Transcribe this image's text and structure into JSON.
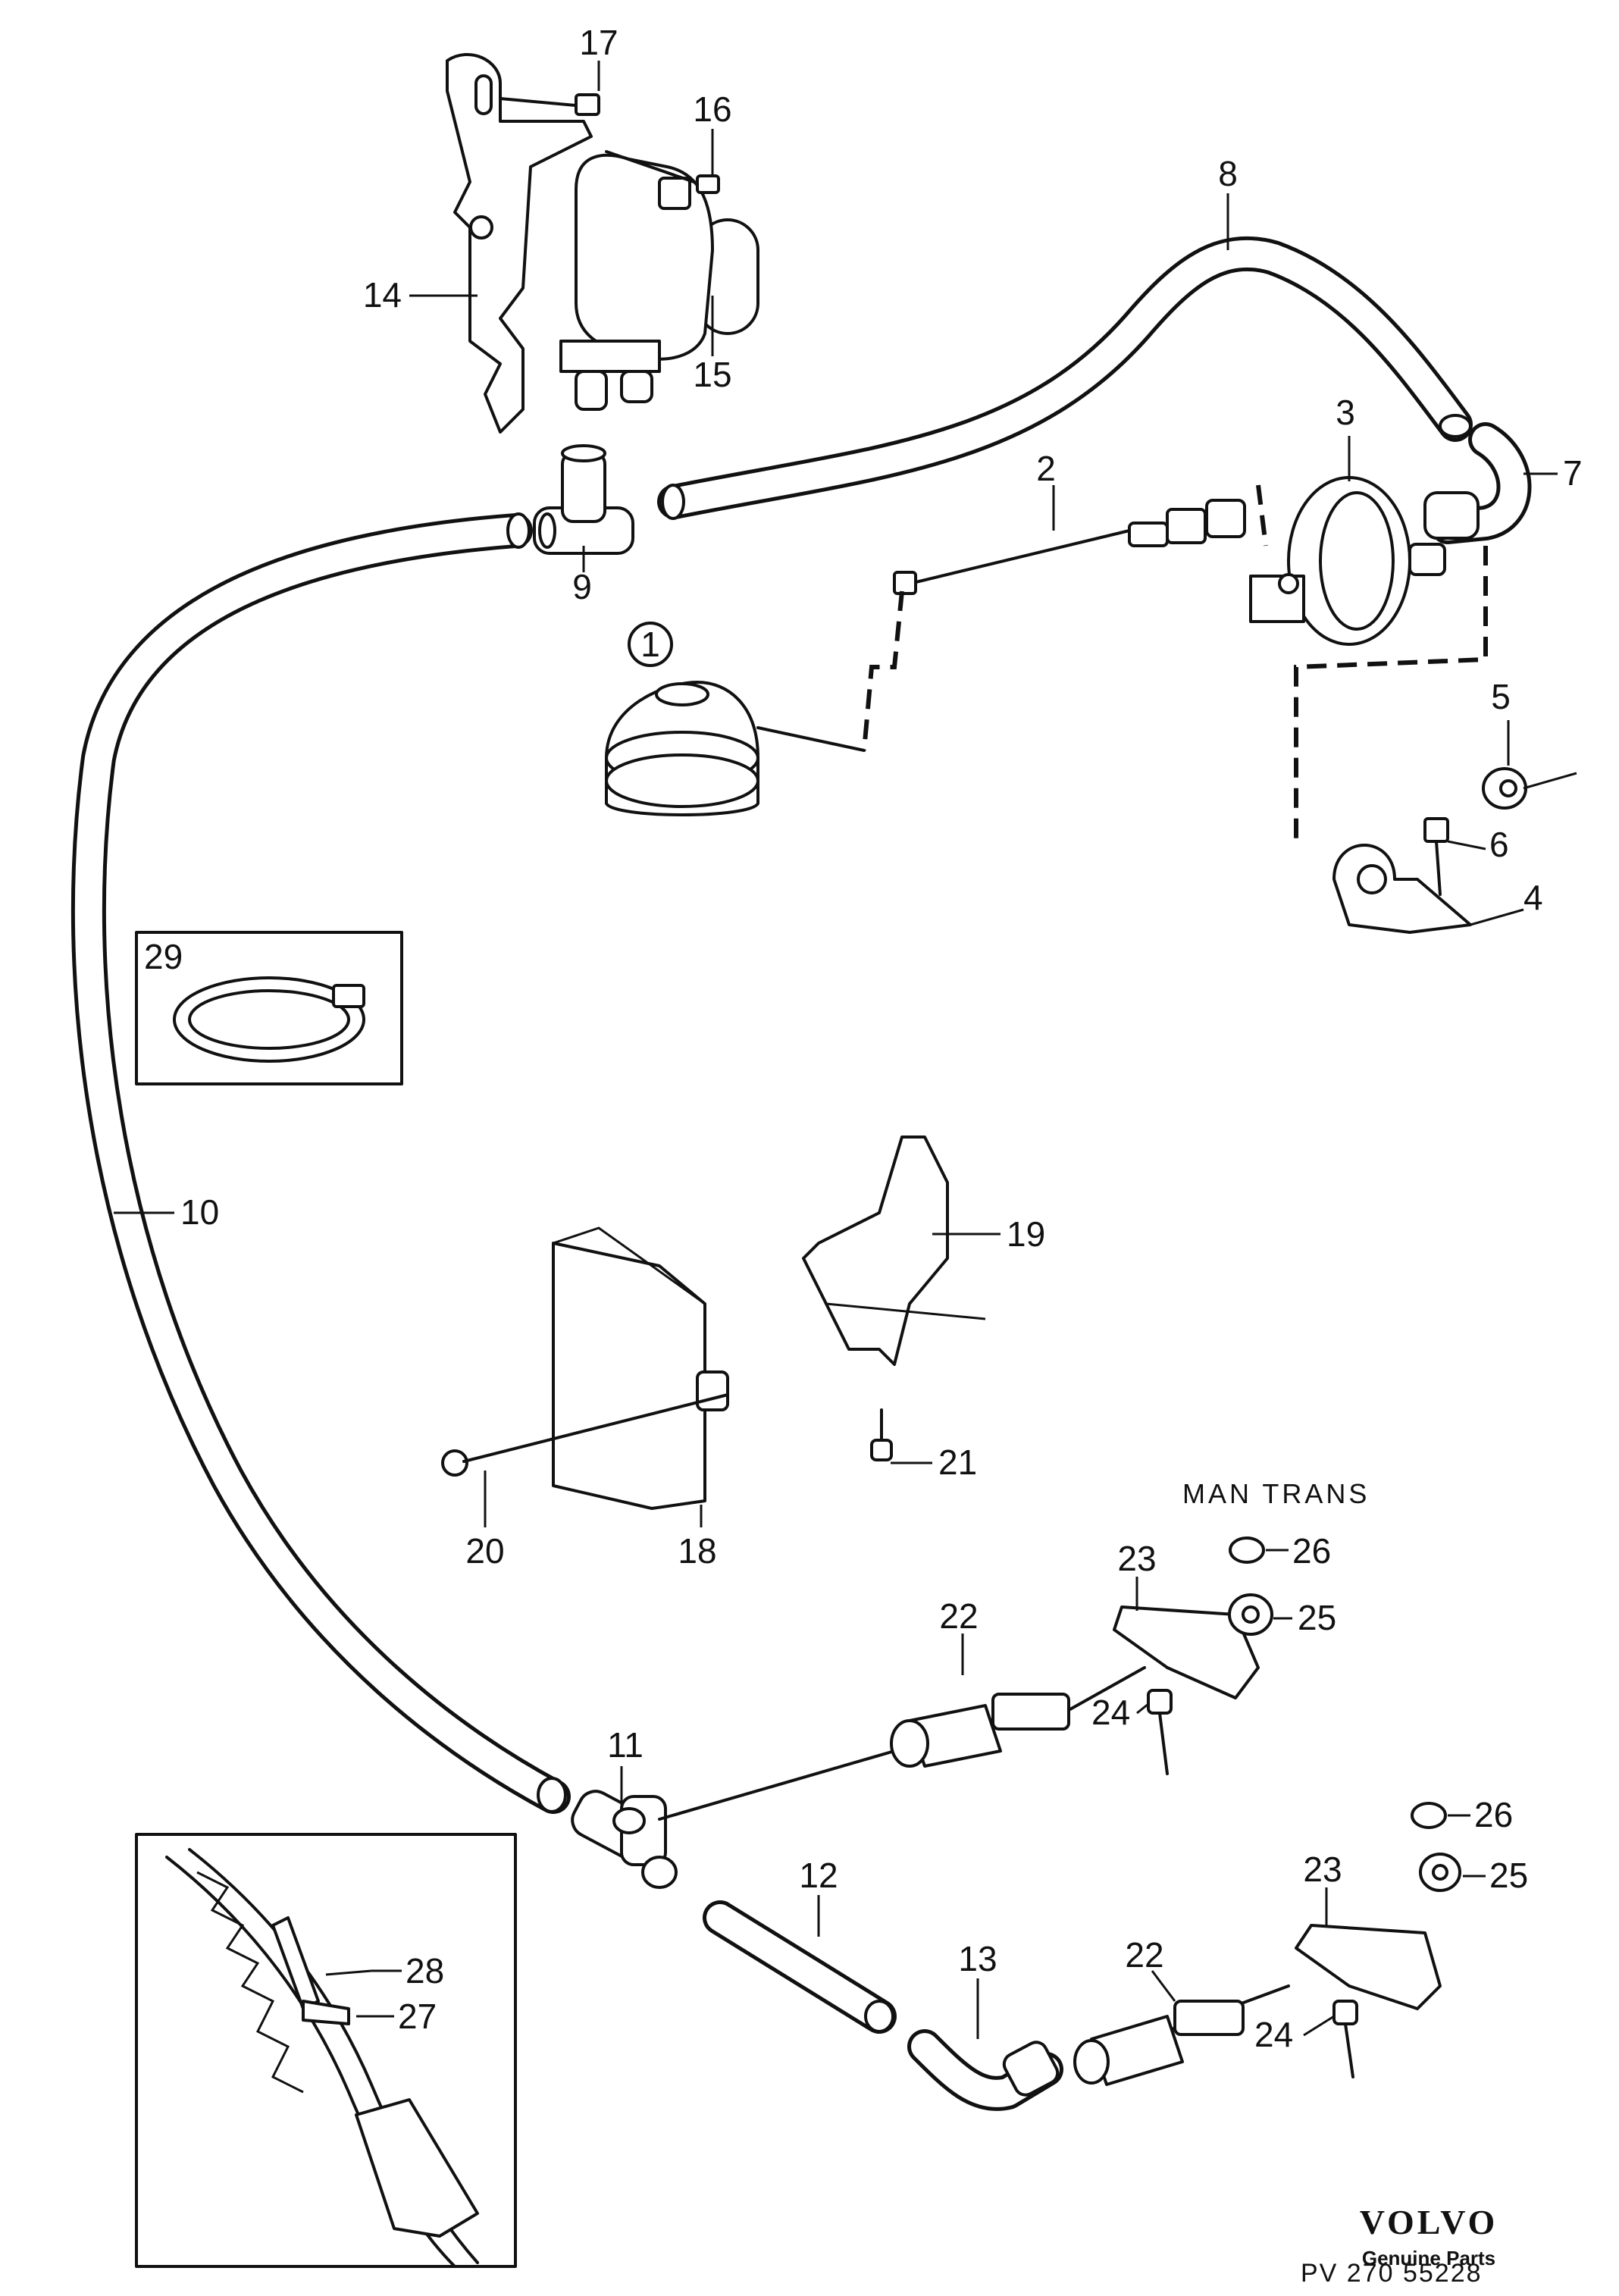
{
  "diagram": {
    "section_label": "MAN TRANS",
    "brand": {
      "name": "VOLVO",
      "tagline": "Genuine Parts"
    },
    "drawing_number": "PV 270 55228",
    "callouts": {
      "p1": "1",
      "p2": "2",
      "p3": "3",
      "p4": "4",
      "p5": "5",
      "p6": "6",
      "p7": "7",
      "p8": "8",
      "p9": "9",
      "p10": "10",
      "p11": "11",
      "p12": "12",
      "p13": "13",
      "p14": "14",
      "p15": "15",
      "p16": "16",
      "p17": "17",
      "p18": "18",
      "p19": "19",
      "p20": "20",
      "p21": "21",
      "p22a": "22",
      "p22b": "22",
      "p23a": "23",
      "p23b": "23",
      "p24a": "24",
      "p24b": "24",
      "p25a": "25",
      "p25b": "25",
      "p26a": "26",
      "p26b": "26",
      "p27": "27",
      "p28": "28",
      "p29": "29"
    }
  }
}
